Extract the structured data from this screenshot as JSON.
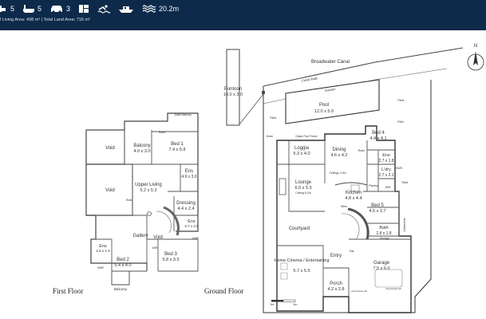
{
  "header": {
    "bedrooms": "5",
    "bathrooms": "5",
    "cars": "3",
    "water_distance": "20.2m",
    "areas": "l Living Area: 498 m² | Total Land Area: 716 m²"
  },
  "icons": [
    "bed-icon",
    "bath-icon",
    "car-icon",
    "house-icon",
    "swimmer-icon",
    "boat-icon",
    "waves-icon"
  ],
  "plan": {
    "first_floor_caption": "First Floor",
    "ground_floor_caption": "Ground Floor",
    "north": "N",
    "first_floor_rooms": [
      {
        "name": "Bed 1",
        "dim": "7.4 x 5.8"
      },
      {
        "name": "Balcony",
        "dim": "4.0 x 3.0"
      },
      {
        "name": "Void",
        "dim": ""
      },
      {
        "name": "Void",
        "dim": ""
      },
      {
        "name": "Ens",
        "dim": "4.6 x 3.0"
      },
      {
        "name": "Upper Living",
        "dim": "5.2 x 5.2"
      },
      {
        "name": "Dressing",
        "dim": "4.4 x 2.4"
      },
      {
        "name": "Ens",
        "dim": "3.7 x 2.6"
      },
      {
        "name": "Gallery",
        "dim": ""
      },
      {
        "name": "Void",
        "dim": ""
      },
      {
        "name": "Bed 3",
        "dim": "5.8 x 3.5"
      },
      {
        "name": "Bed 2",
        "dim": "5.4 x 4.0"
      },
      {
        "name": "Ens",
        "dim": "2.6 x 1.9"
      },
      {
        "name": "Balcony",
        "dim": ""
      }
    ],
    "first_floor_small": [
      "Juliet Balcony",
      "Robe",
      "WIR",
      "WIR",
      "WIR",
      "Robe"
    ],
    "ground_floor_rooms": [
      {
        "name": "Pontoon",
        "dim": "10.0 x 3.0"
      },
      {
        "name": "Pool",
        "dim": "12.0 x 5.0"
      },
      {
        "name": "Loggia",
        "dim": "5.3 x 4.0"
      },
      {
        "name": "Dining",
        "dim": "4.6 x 4.2"
      },
      {
        "name": "Bed 4",
        "dim": "4.4 x 4.1"
      },
      {
        "name": "Ens",
        "dim": "2.7 x 1.8"
      },
      {
        "name": "L'dry",
        "dim": "2.7 x 2.1"
      },
      {
        "name": "Lounge",
        "dim": "6.0 x 5.3"
      },
      {
        "name": "Kitchen",
        "dim": "4.8 x 4.4"
      },
      {
        "name": "Bed 5",
        "dim": "4.5 x 3.7"
      },
      {
        "name": "Bath",
        "dim": "2.8 x 1.8"
      },
      {
        "name": "Courtyard",
        "dim": ""
      },
      {
        "name": "Home Cinema / Entertaining",
        "dim": "5.7 x 5.5"
      },
      {
        "name": "Entry",
        "dim": ""
      },
      {
        "name": "Garage",
        "dim": "7.5 x 6.0"
      },
      {
        "name": "Porch",
        "dim": "4.2 x 2.8"
      }
    ],
    "ground_small": {
      "canal": "Broadwater Canal",
      "canal_walk": "Canal Walk",
      "garden": "Garden",
      "tiled": "Tiled",
      "tiled2": "Tiled",
      "tiled3": "Tiled",
      "glass_pool_fence": "Glass Pool Fence",
      "drain": "Drain",
      "ceilings_loggia": "Ceilings 2.9m",
      "ceiling_lounge": "Ceiling 6.2m",
      "filter": "Filter",
      "robe": "Robe",
      "hws": "HWS",
      "pantry": "Pantry",
      "wir": "WIR",
      "wine": "Wine",
      "storage": "Storage",
      "clothesline": "Clothesline",
      "bar": "Bar",
      "scale_0": "0m",
      "scale_5": "5m",
      "auto_panel_lift": "Auto Panel Lift",
      "auto_panel_lift2": "Auto Panel Lift"
    }
  }
}
